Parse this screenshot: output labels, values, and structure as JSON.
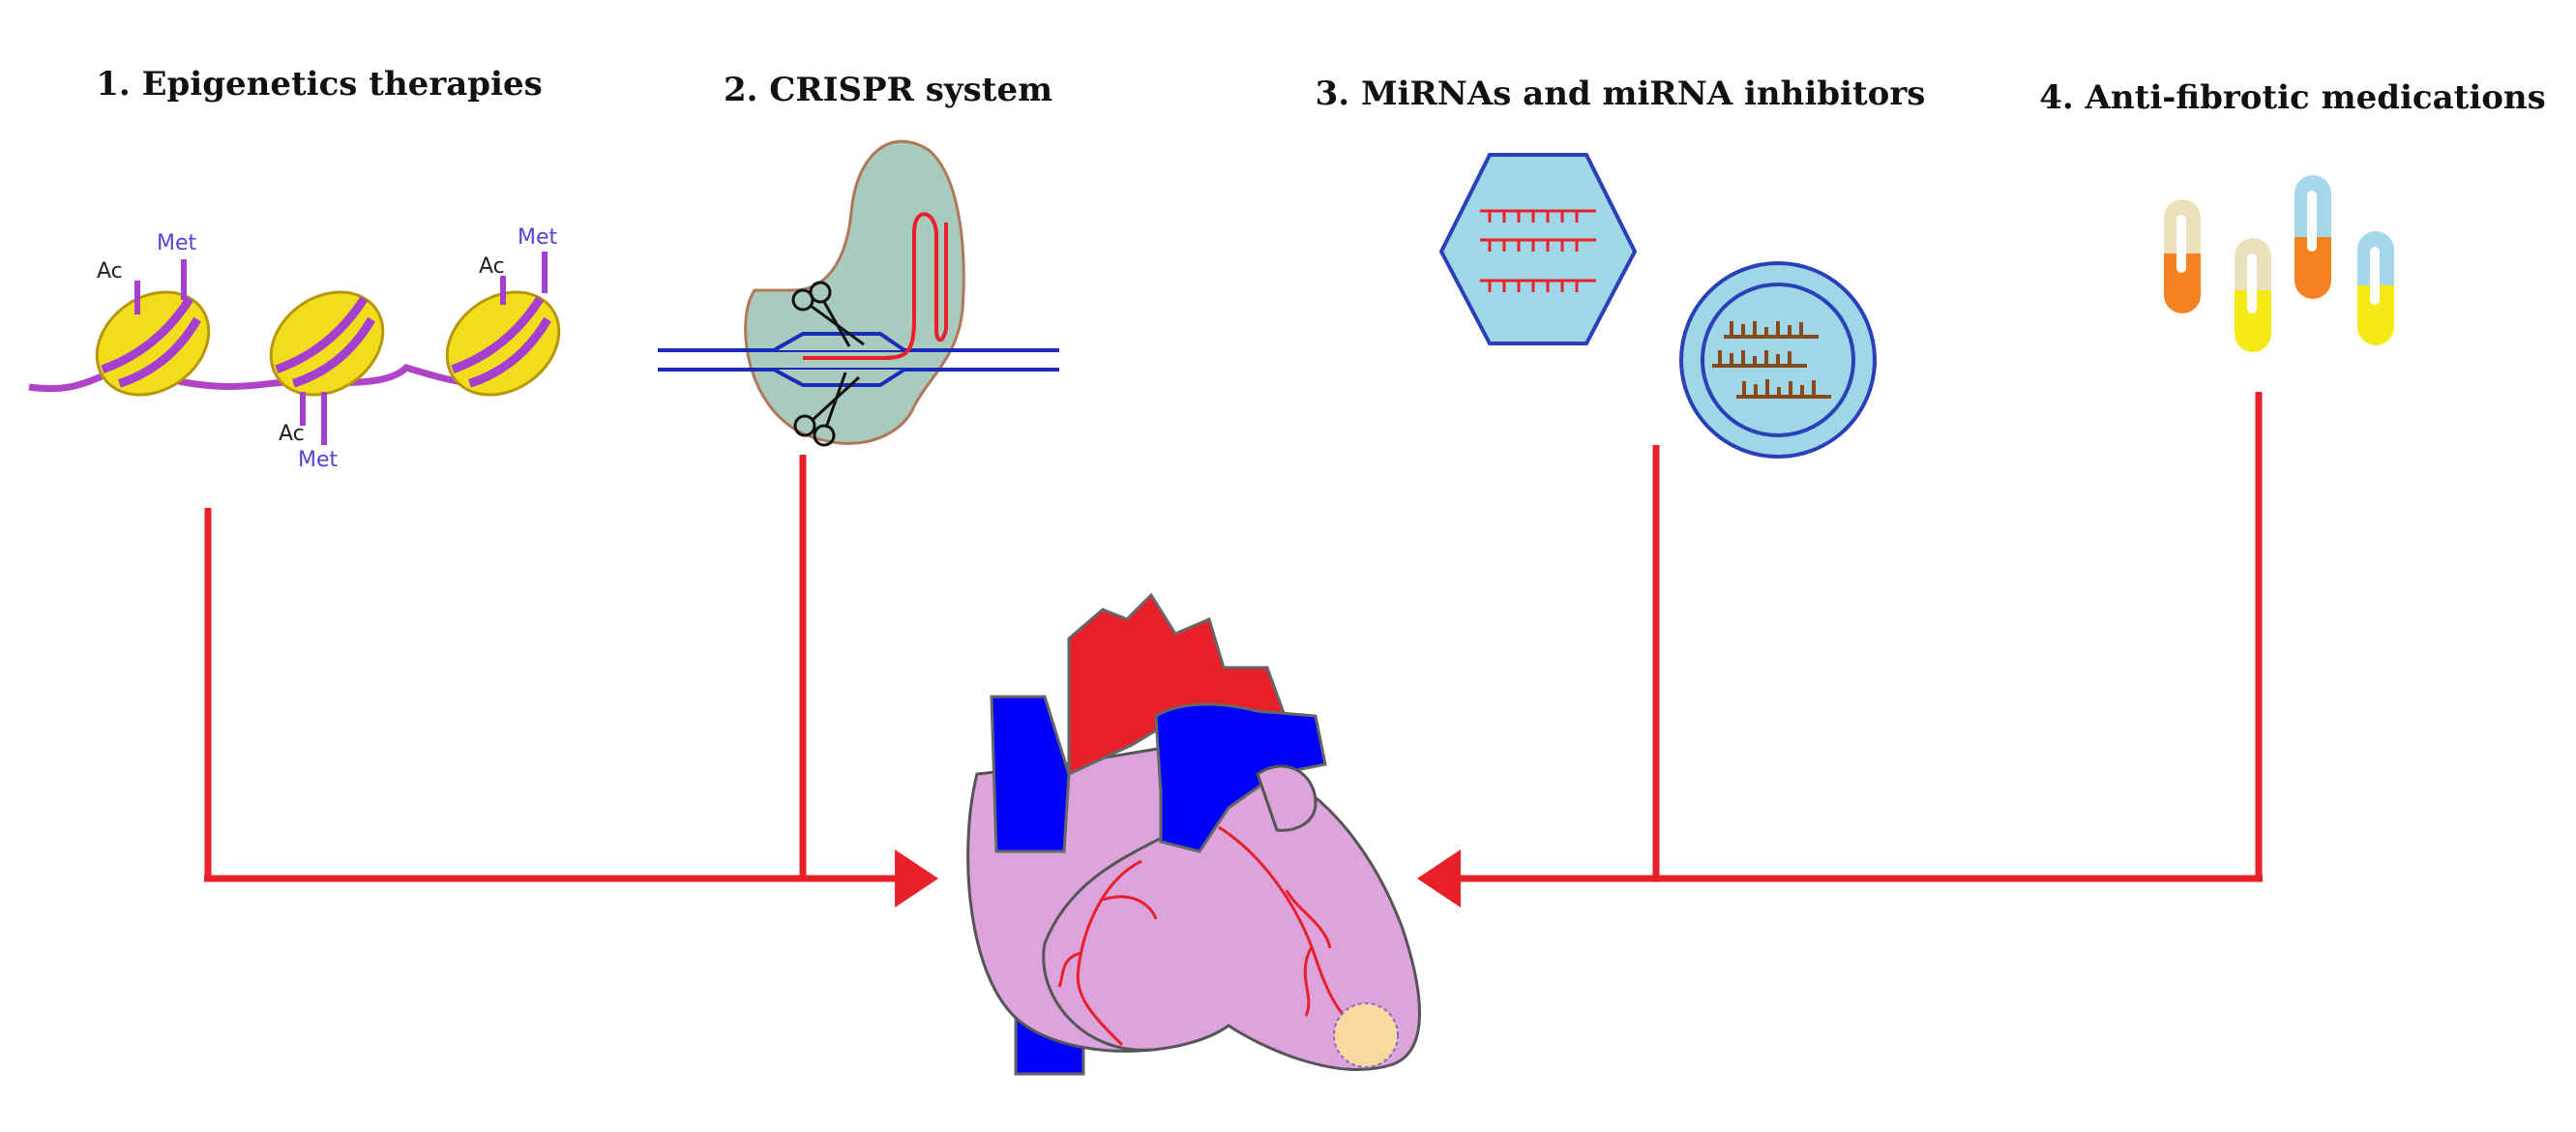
{
  "titles": {
    "epigenetics": "1. Epigenetics therapies",
    "crispr": "2. CRISPR system",
    "mirna": "3. MiRNAs and miRNA inhibitors",
    "antifibrotic": "4. Anti-fibrotic medications"
  },
  "labels": {
    "ac": "Ac",
    "met": "Met"
  },
  "colors": {
    "arrow": "#e8202a",
    "nucleosome": "#f2dc1c",
    "histone_band": "#a43fd0",
    "dna_strand": "#1a2bb8",
    "cas9_body": "#a8cbbe",
    "mirna_container": "#9fd7e8",
    "heart_tissue": "#dca3dc",
    "aorta": "#e8202a",
    "vena_cava": "#0000ff",
    "infarct_zone": "#f8d9a0"
  },
  "icons": [
    "nucleosome-icon",
    "scissors-icon",
    "hexagon-nanoparticle-icon",
    "circular-vesicle-icon",
    "capsule-icon",
    "heart-icon"
  ]
}
